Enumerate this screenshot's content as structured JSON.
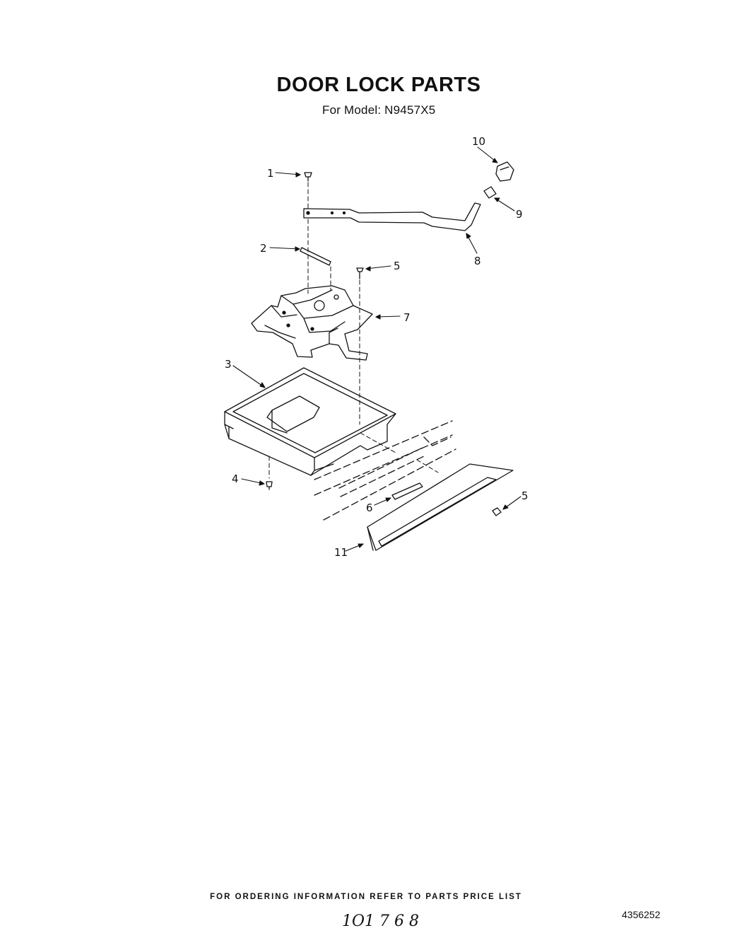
{
  "title": "DOOR LOCK PARTS",
  "subtitle": "For Model: N9457X5",
  "callouts": {
    "c1": "1",
    "c2": "2",
    "c3": "3",
    "c4": "4",
    "c5a": "5",
    "c5b": "5",
    "c6": "6",
    "c7": "7",
    "c8": "8",
    "c9": "9",
    "c10": "10",
    "c11": "11"
  },
  "footer": "FOR ORDERING INFORMATION REFER TO PARTS PRICE LIST",
  "doc_number": "4356252",
  "page_code": "1O1 7 6 8"
}
